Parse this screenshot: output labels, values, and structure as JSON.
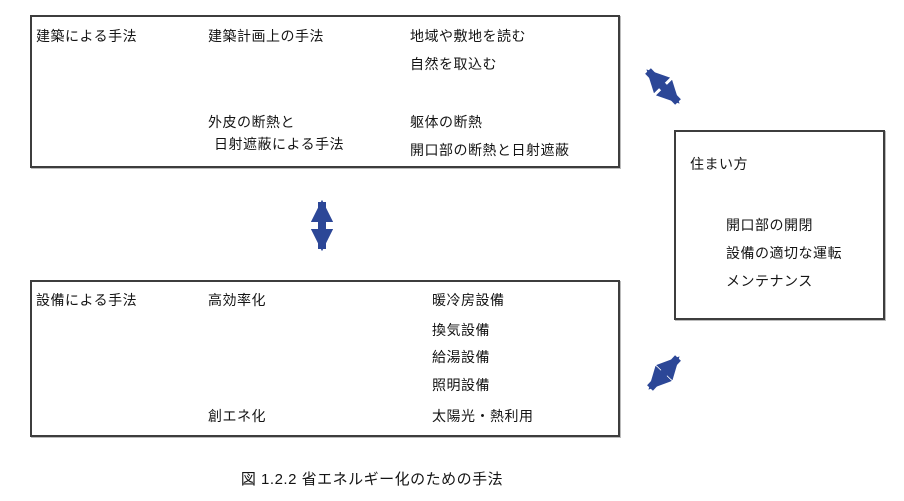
{
  "figure": {
    "caption": "図 1.2.2 省エネルギー化のための手法"
  },
  "colors": {
    "arrow": "#2c4797",
    "line": "#222222",
    "box_border": "#3d3d3d",
    "text": "#141414"
  },
  "boxes": {
    "architecture": {
      "root": "建築による手法",
      "children": [
        {
          "label": "建築計画上の手法",
          "children": [
            "地域や敷地を読む",
            "自然を取込む"
          ]
        },
        {
          "label_line1": "外皮の断熱と",
          "label_line2": "日射遮蔽による手法",
          "children": [
            "躯体の断熱",
            "開口部の断熱と日射遮蔽"
          ]
        }
      ]
    },
    "equipment": {
      "root": "設備による手法",
      "children": [
        {
          "label": "高効率化",
          "children": [
            "暖冷房設備",
            "換気設備",
            "給湯設備",
            "照明設備"
          ]
        },
        {
          "label": "創エネ化",
          "children": [
            "太陽光・熱利用"
          ]
        }
      ]
    },
    "living": {
      "root": "住まい方",
      "children": [
        "開口部の開閉",
        "設備の適切な運転",
        "メンテナンス"
      ]
    }
  },
  "arrows": [
    {
      "name": "arrow-architecture-living",
      "type": "double-headed-diagonal"
    },
    {
      "name": "arrow-architecture-equipment",
      "type": "double-headed-vertical"
    },
    {
      "name": "arrow-equipment-living",
      "type": "double-headed-diagonal"
    }
  ]
}
